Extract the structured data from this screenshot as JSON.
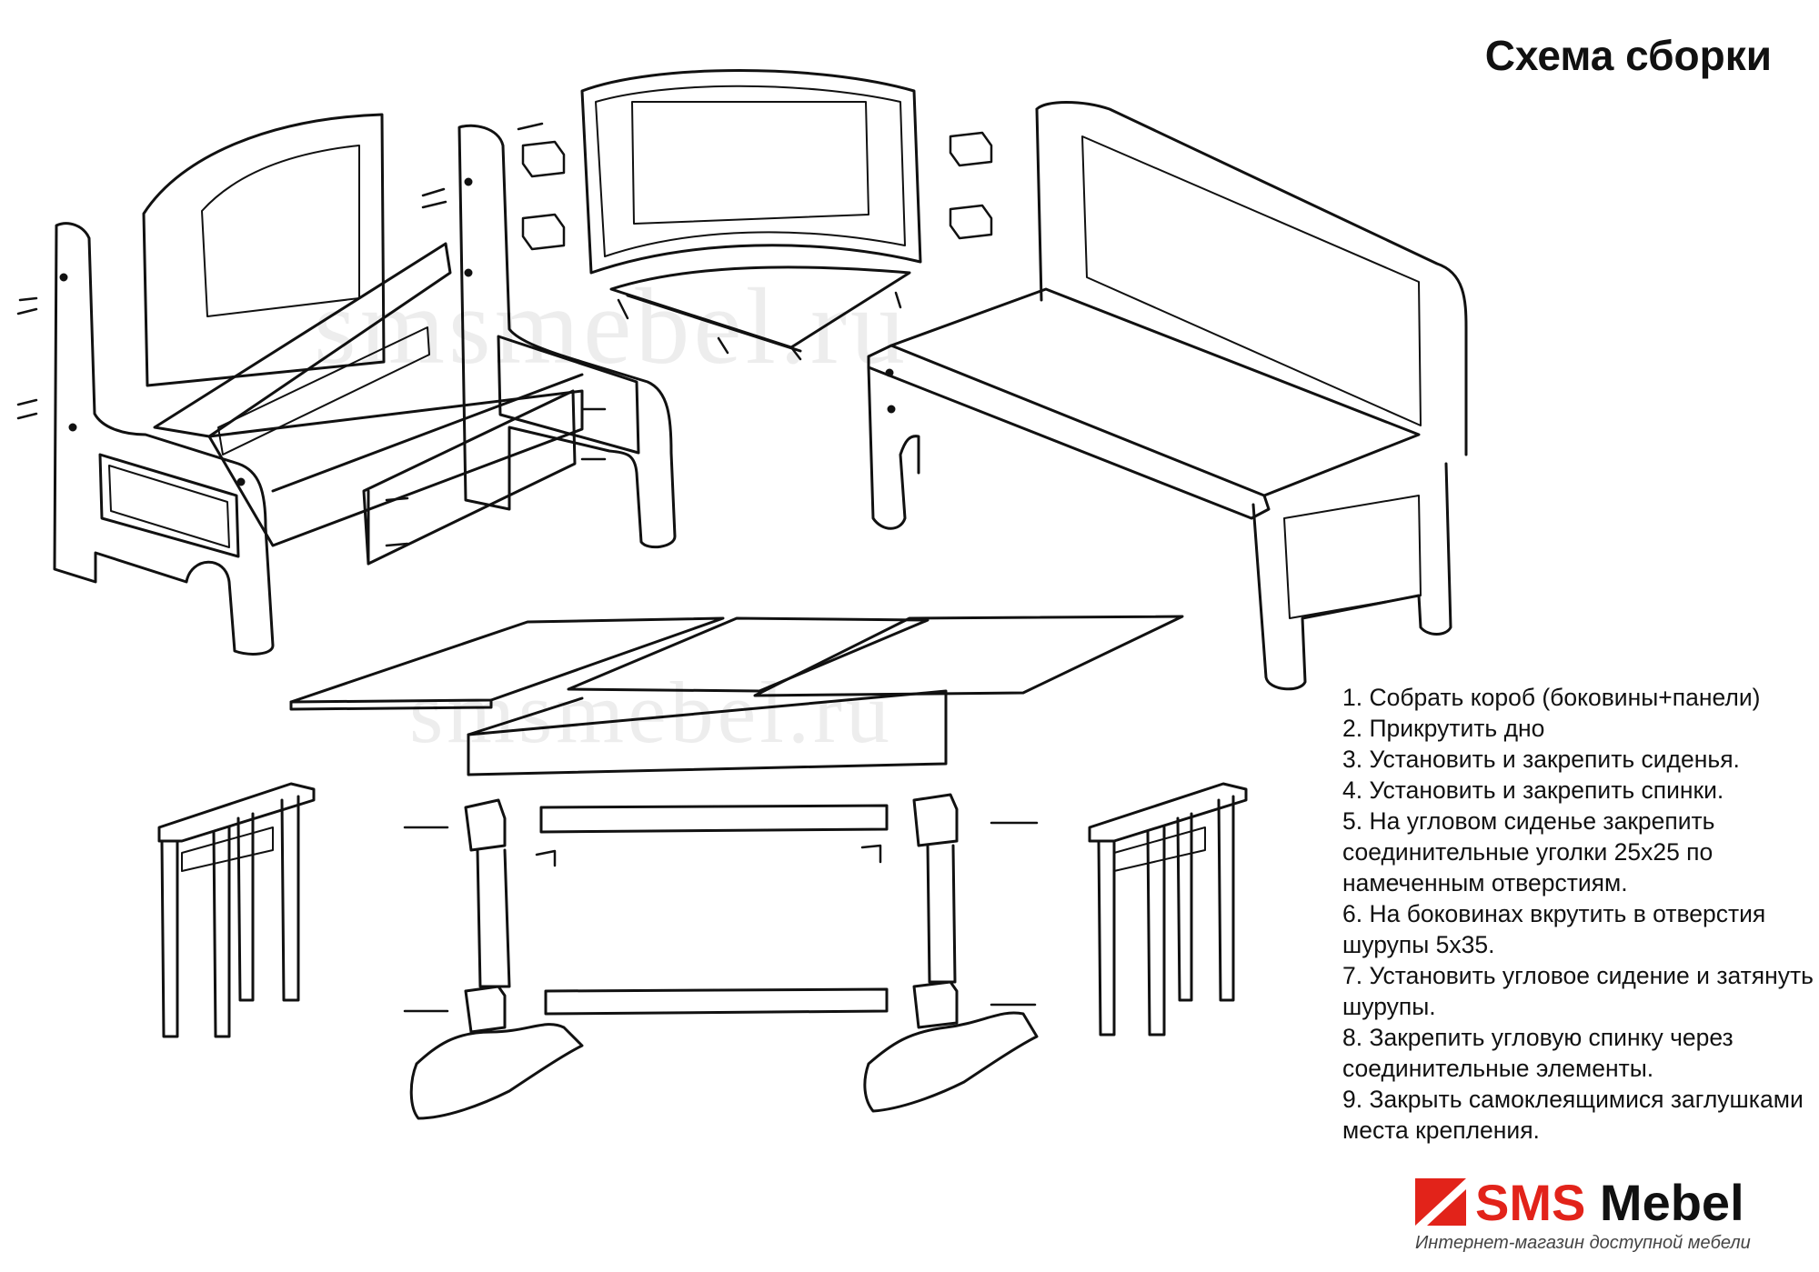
{
  "title": "Схема сборки",
  "watermark": "smsmebel.ru",
  "steps": [
    "1. Собрать короб (боковины+панели)",
    "2. Прикрутить дно",
    "3. Установить и закрепить сиденья.",
    "4. Установить и закрепить спинки.",
    "5. На угловом сиденье закрепить соединительные уголки 25х25 по намеченным отверстиям.",
    "6. На боковинах вкрутить в отверстия шурупы 5х35.",
    "7. Установить угловое сидение и затянуть шурупы.",
    "8. Закрепить угловую спинку через соединительные элементы.",
    "9. Закрыть самоклеящимися заглушками места крепления."
  ],
  "logo": {
    "brand_sms": "SMS",
    "brand_mebel": "Mebel",
    "tagline": "Интернет-магазин доступной мебели",
    "colors": {
      "red": "#e2231a",
      "dark": "#111111"
    }
  }
}
